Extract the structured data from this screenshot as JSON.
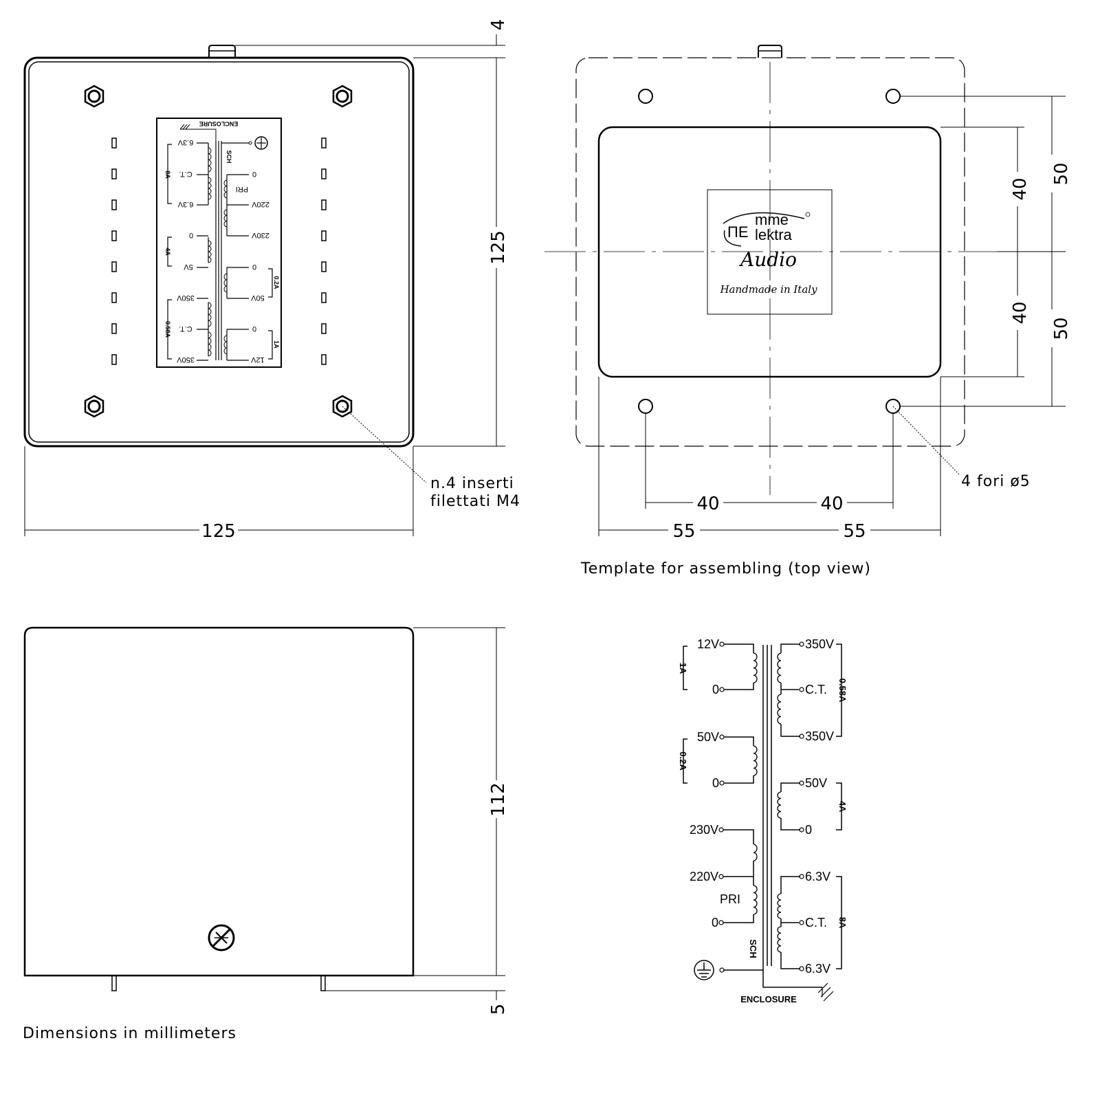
{
  "front_view": {
    "dim_top": "4",
    "dim_height": "125",
    "dim_width": "125",
    "insert_note_line1": "n.4  inserti",
    "insert_note_line2": "filettati  M4"
  },
  "label_panel": {
    "enclosure": "ENCLOSURE",
    "sch": "SCH",
    "pri": "PRI",
    "v63a": "6.3V",
    "ct_a": "C.T.",
    "v63b": "6.3V",
    "a8": "8A",
    "zero_pri": "0",
    "v220": "220V",
    "v230": "230V",
    "zero_5v": "0",
    "v5": "5V",
    "a4": "4A",
    "zero_50": "0",
    "v50": "50V",
    "a02": "0.2A",
    "v350a": "350V",
    "ct_b": "C.T.",
    "v350b": "350V",
    "a058": "0.58A",
    "zero_12": "0",
    "v12": "12V",
    "a1": "1A"
  },
  "template_view": {
    "dim_v40a": "40",
    "dim_v40b": "40",
    "dim_v50a": "50",
    "dim_v50b": "50",
    "dim_h40a": "40",
    "dim_h40b": "40",
    "dim_h55a": "55",
    "dim_h55b": "55",
    "holes_note": "4  fori  ø5",
    "caption": "Template  for  assembling  (top  view)",
    "logo_line1": "mme",
    "logo_line2": "lektra",
    "logo_audio": "Audio",
    "logo_handmade": "Handmade in Italy"
  },
  "side_view": {
    "dim_height": "112",
    "dim_pins": "5",
    "caption": "Dimensions  in  millimeters"
  },
  "schematic": {
    "v12": "12V",
    "a1": "1A",
    "z12": "0",
    "v50l": "50V",
    "a02": "0.2A",
    "z50": "0",
    "v230": "230V",
    "v220": "220V",
    "pri": "PRI",
    "z0": "0",
    "sch": "SCH",
    "enclosure": "ENCLOSURE",
    "v350a": "350V",
    "ct1": "C.T.",
    "v350b": "350V",
    "a058": "0.58A",
    "v50r": "50V",
    "z50r": "0",
    "a4": "4A",
    "v63a": "6.3V",
    "ct2": "C.T.",
    "v63b": "6.3V",
    "a8": "8A"
  }
}
